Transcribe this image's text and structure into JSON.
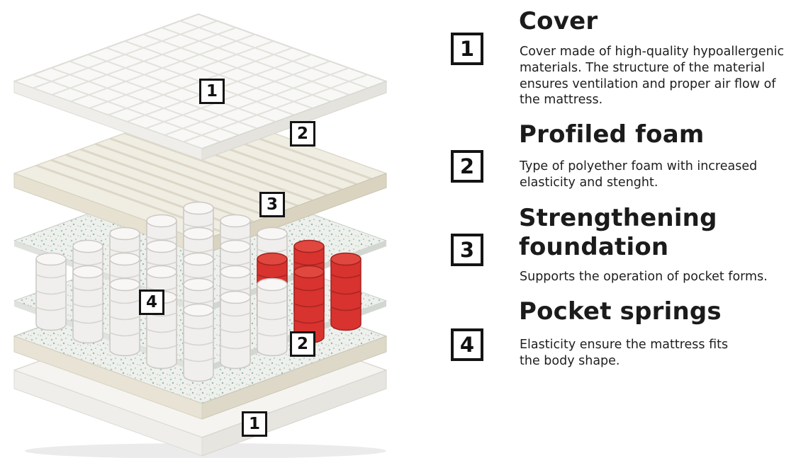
{
  "diagram": {
    "markers": [
      {
        "number": "1"
      },
      {
        "number": "2"
      },
      {
        "number": "3"
      },
      {
        "number": "4"
      },
      {
        "number": "2"
      },
      {
        "number": "1"
      }
    ],
    "layers": [
      "quilted-cover",
      "profiled-foam",
      "strengthening-foundation",
      "pocket-springs",
      "strengthening-foundation",
      "foam-base",
      "quilted-cover"
    ]
  },
  "sections": [
    {
      "number": "1",
      "title": "Cover",
      "description": "Cover made of high-quality hypoallergenic materials. The structure of the material ensures ventilation and proper air flow of the mattress."
    },
    {
      "number": "2",
      "title": "Profiled foam",
      "description": "Type of polyether foam with increased elasticity and stenght."
    },
    {
      "number": "3",
      "title": "Strengthening foundation",
      "description": "Supports the operation of pocket forms."
    },
    {
      "number": "4",
      "title": "Pocket springs",
      "description": "Elasticity ensure the mattress fits the body shape."
    }
  ],
  "colors": {
    "accent_red": "#d8332f",
    "text": "#1a1a1a",
    "marker_border": "#141414"
  }
}
